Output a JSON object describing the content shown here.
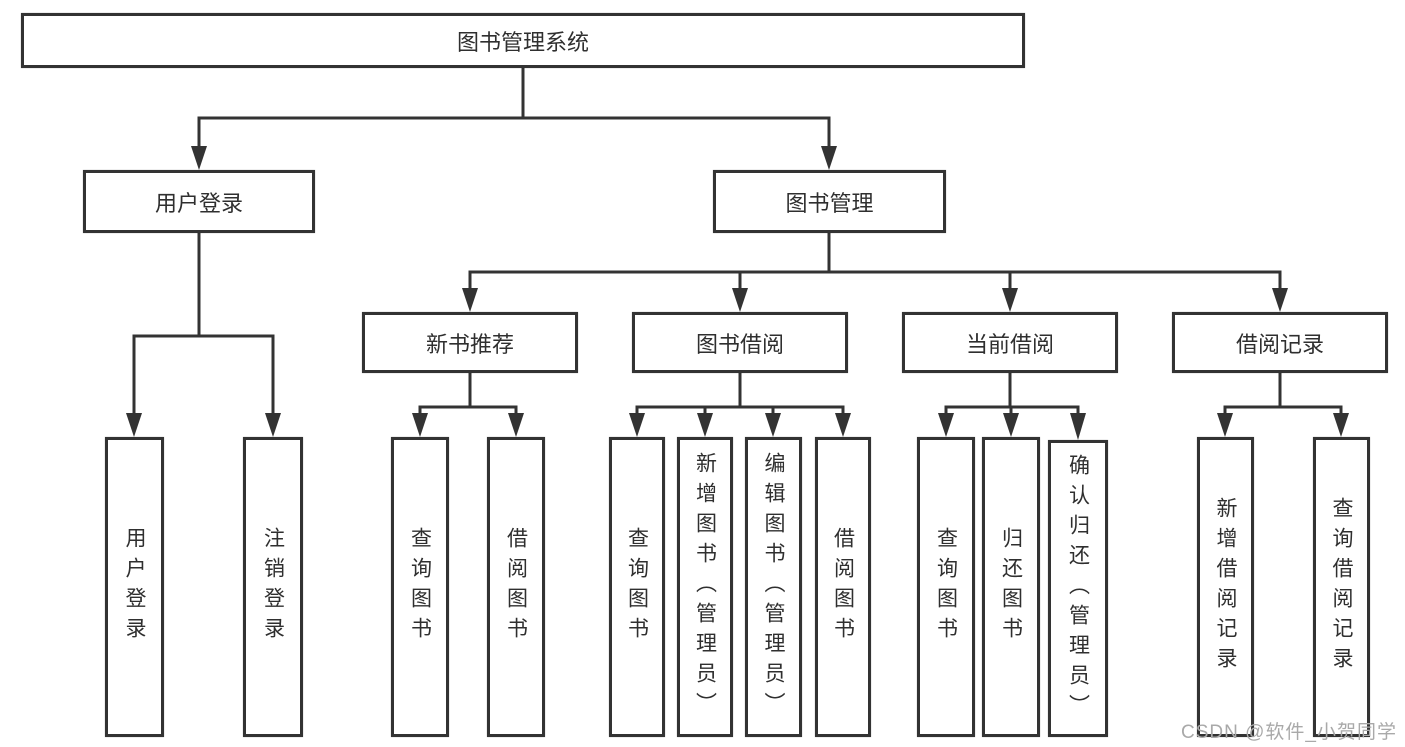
{
  "diagram": {
    "root": {
      "label": "图书管理系统"
    },
    "branches": [
      {
        "label": "用户登录",
        "children": [
          {
            "label": "用户登录"
          },
          {
            "label": "注销登录"
          }
        ]
      },
      {
        "label": "图书管理",
        "children": [
          {
            "label": "新书推荐",
            "children": [
              {
                "label": "查询图书"
              },
              {
                "label": "借阅图书"
              }
            ]
          },
          {
            "label": "图书借阅",
            "children": [
              {
                "label": "查询图书"
              },
              {
                "label": "新增图书（管理员）"
              },
              {
                "label": "编辑图书（管理员）"
              },
              {
                "label": "借阅图书"
              }
            ]
          },
          {
            "label": "当前借阅",
            "children": [
              {
                "label": "查询图书"
              },
              {
                "label": "归还图书"
              },
              {
                "label": "确认归还（管理员）"
              }
            ]
          },
          {
            "label": "借阅记录",
            "children": [
              {
                "label": "新增借阅记录"
              },
              {
                "label": "查询借阅记录"
              }
            ]
          }
        ]
      }
    ]
  },
  "watermark": {
    "text": "CSDN @软件_小贺同学"
  },
  "colors": {
    "line": "#333333",
    "text": "#2f2f2f",
    "box_background": "#ffffff",
    "watermark": "#a9a9a9",
    "page_background": "#ffffff"
  }
}
